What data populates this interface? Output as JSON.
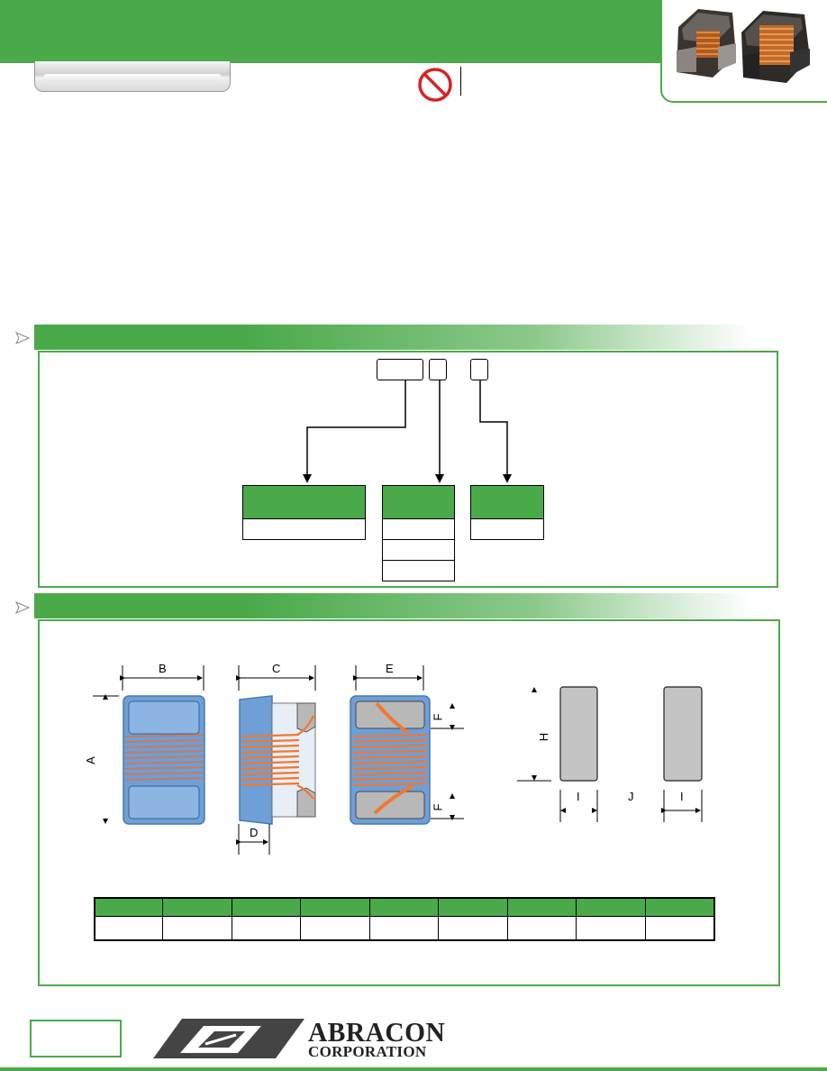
{
  "header": {
    "product_photo_icon": "chip-inductor-photo",
    "no_lead_icon": "prohibited-circle-icon"
  },
  "sections": [
    {
      "name": "part-numbering-section",
      "icon": "triangle-arrow-icon"
    },
    {
      "name": "dimensions-section",
      "icon": "triangle-arrow-icon"
    }
  ],
  "dimension_labels": {
    "a": "A",
    "b": "B",
    "c": "C",
    "d": "D",
    "e": "E",
    "f_top": "F",
    "f_bottom": "F",
    "h": "H",
    "i_left": "I",
    "i_right": "I",
    "j": "J"
  },
  "colors": {
    "brand_green": "#4aaa4a",
    "inductor_body_blue": "#6e9fd6",
    "winding_copper": "#f07830",
    "terminal_gray": "#b8b8b8"
  },
  "logo": {
    "line1": "ABRACON",
    "line2": "CORPORATION"
  }
}
